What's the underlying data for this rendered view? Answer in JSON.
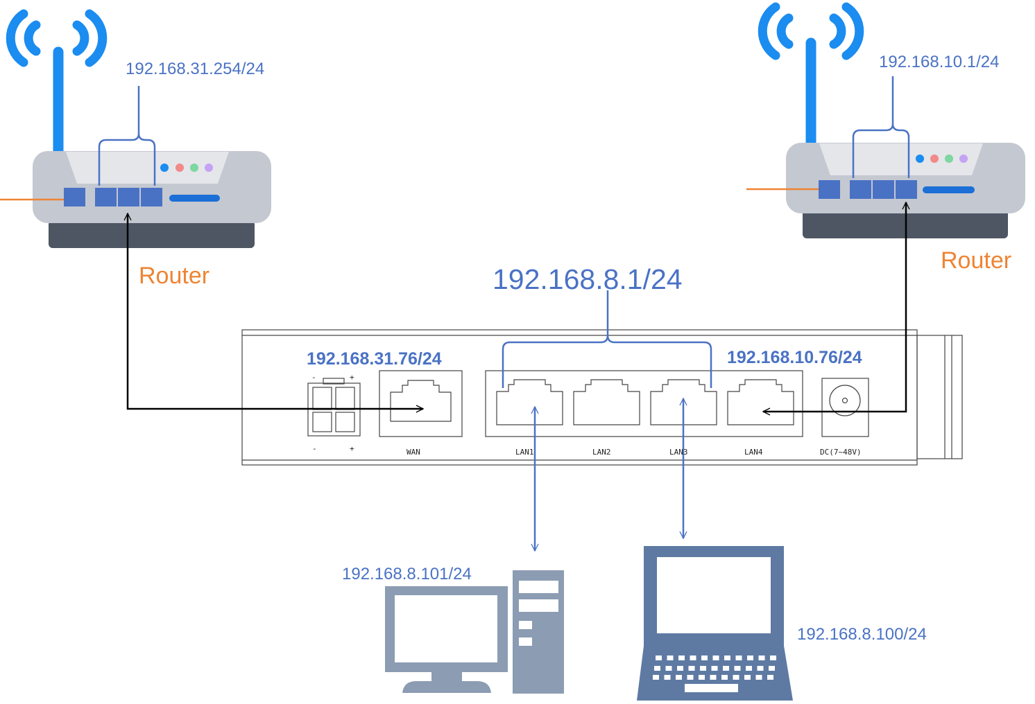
{
  "routers": [
    {
      "ip": "192.168.31.254/24",
      "label": "Router"
    },
    {
      "ip": "192.168.10.1/24",
      "label": "Router"
    }
  ],
  "device": {
    "lan_ip": "192.168.8.1/24",
    "wan_ip": "192.168.31.76/24",
    "lan4_ip": "192.168.10.76/24",
    "ports": {
      "wan": "WAN",
      "lan1": "LAN1",
      "lan2": "LAN2",
      "lan3": "LAN3",
      "lan4": "LAN4",
      "dc": "DC(7~48V)",
      "minus": "-",
      "plus": "+"
    }
  },
  "clients": {
    "desktop_ip": "192.168.8.101/24",
    "laptop_ip": "192.168.8.100/24"
  },
  "colors": {
    "ip_text": "#4a72c4",
    "router_text": "#ee8433",
    "link_black": "#000000",
    "link_blue": "#4a72c4",
    "router_body": "#c4c8d1",
    "router_base": "#4e5663",
    "port_blue": "#4a72c4",
    "antenna": "#1b8cf0",
    "computer": "#8b9cb3",
    "laptop": "#5e7aa3"
  }
}
